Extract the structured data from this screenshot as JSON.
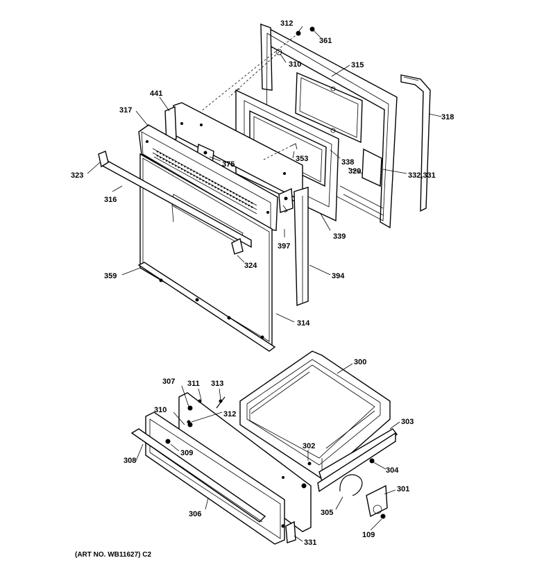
{
  "diagram": {
    "art_number": "(ART NO. WB11627) C2",
    "callouts": {
      "c312_top": "312",
      "c361": "361",
      "c310_top": "310",
      "c315": "315",
      "c318": "318",
      "c441": "441",
      "c317": "317",
      "c338": "338",
      "c353": "353",
      "c329": "329",
      "c332_331": "332,331",
      "c375": "375",
      "c323": "323",
      "c316": "316",
      "c397": "397",
      "c339": "339",
      "c324": "324",
      "c359": "359",
      "c394": "394",
      "c314": "314",
      "c300": "300",
      "c307": "307",
      "c311": "311",
      "c313": "313",
      "c312_mid": "312",
      "c310_mid": "310",
      "c303": "303",
      "c302": "302",
      "c308": "308",
      "c309": "309",
      "c304": "304",
      "c301": "301",
      "c306": "306",
      "c305": "305",
      "c109": "109",
      "c331_bottom": "331"
    }
  }
}
